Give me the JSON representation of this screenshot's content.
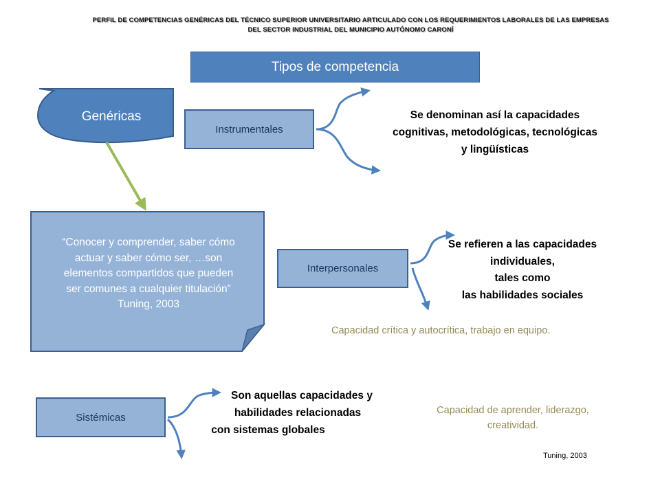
{
  "header": {
    "line1": "PERFIL  DE   COMPETENCIAS GENÉRICAS   DEL TÉCNICO SUPERIOR UNIVERSITARIO  ARTICULADO  CON  LOS REQUERIMIENTOS   LABORALES DE LAS EMPRESAS",
    "line2": "DEL SECTOR INDUSTRIAL  DEL  MUNICIPIO AUTÓNOMO CARONÍ"
  },
  "title": "Tipos de competencia",
  "genericas": {
    "label": "Genéricas",
    "quote_lines": [
      "“Conocer y comprender, saber cómo",
      "actuar y saber cómo ser, …son",
      "elementos compartidos que pueden",
      "ser comunes a cualquier titulación”",
      "Tuning, 2003"
    ]
  },
  "types": [
    {
      "label": "Instrumentales",
      "description_lines": [
        "Se denominan así la capacidades",
        "cognitivas, metodológicas, tecnológicas",
        "y lingüísticas"
      ]
    },
    {
      "label": "Interpersonales",
      "description_lines": [
        "Se refieren a las capacidades",
        "individuales,",
        "tales como",
        "las habilidades sociales"
      ],
      "example": "Capacidad crítica y autocrítica, trabajo en equipo."
    },
    {
      "label": "Sistémicas",
      "description_lines": [
        "Son aquellas capacidades y",
        "habilidades relacionadas",
        "con sistemas globales"
      ],
      "example_lines": [
        "Capacidad de aprender, liderazgo,",
        "creatividad."
      ]
    }
  ],
  "citation": "Tuning, 2003",
  "colors": {
    "title_fill": "#4f81bd",
    "box_fill": "#95b3d7",
    "box_border": "#3b5f8f",
    "genericas_fill": "#4f81bd",
    "arrow_blue": "#4f81bd",
    "arrow_green": "#9bbb59",
    "example_text": "#948a54"
  }
}
